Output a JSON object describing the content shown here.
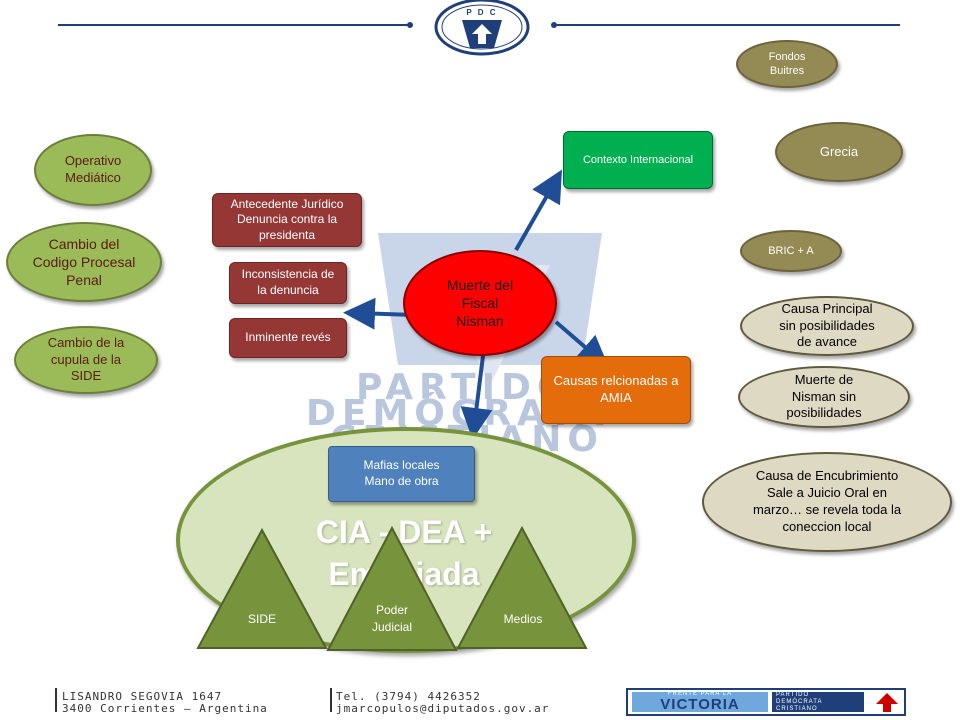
{
  "header": {
    "logo_text": "P D C"
  },
  "watermark": {
    "line1": "PARTIDO",
    "line2": "DEMÓCRATA",
    "line3": "CRISTIANO"
  },
  "left_ovals": [
    {
      "label": "Operativo\nMediático"
    },
    {
      "label": "Cambio del\nCodigo Procesal\nPenal"
    },
    {
      "label": "Cambio de la\ncupula de la\nSIDE"
    }
  ],
  "right_ovals": [
    {
      "label": "Fondos\nBuitres"
    },
    {
      "label": "Grecia"
    },
    {
      "label": "BRIC + A"
    },
    {
      "label": "Causa Principal\nsin posibilidades\nde avance"
    },
    {
      "label": "Muerte de\nNisman sin\nposibilidades"
    },
    {
      "label": "Causa de Encubrimiento\nSale a Juicio Oral en\nmarzo… se revela  toda la\nconeccion local"
    }
  ],
  "center": {
    "label": "Muerte del\nFiscal\nNisman"
  },
  "red_boxes": [
    {
      "label": "Antecedente Jurídico\nDenuncia contra la\npresidenta"
    },
    {
      "label": "Inconsistencia de\nla denuncia"
    },
    {
      "label": "Inminente revés"
    }
  ],
  "context_box": {
    "label": "Contexto Internacional"
  },
  "amia_box": {
    "label": "Causas relcionadas a\nAMIA"
  },
  "mafias_box": {
    "label": "Mafias locales\nMano de obra"
  },
  "big_ellipse": {
    "label": "CIA - DEA +\nEmbajada"
  },
  "triangles": [
    {
      "label": "SIDE"
    },
    {
      "label": "Poder\nJudicial"
    },
    {
      "label": "Medios"
    }
  ],
  "footer": {
    "left_line1": "LISANDRO SEGOVIA 1647",
    "left_line2": "3400 Corrientes – Argentina",
    "mid_line1": "Tel. (3794) 4426352",
    "mid_line2": "jmarcopulos@diputados.gov.ar",
    "logo_top": "FRENTE PARA LA",
    "logo_main": "VICTORIA",
    "logo_party": "PARTIDO\nDEMÓCRATA\nCRISTIANO"
  },
  "colors": {
    "green_oval": "#9bbb59",
    "khaki_oval": "#948a54",
    "beige_oval": "#ddd9c3",
    "red_box": "#953735",
    "center_red": "#ff0000",
    "context_green": "#00b050",
    "amia_orange": "#e46c0a",
    "mafias_blue": "#4f81bd",
    "arrow_blue": "#1f4e96"
  }
}
